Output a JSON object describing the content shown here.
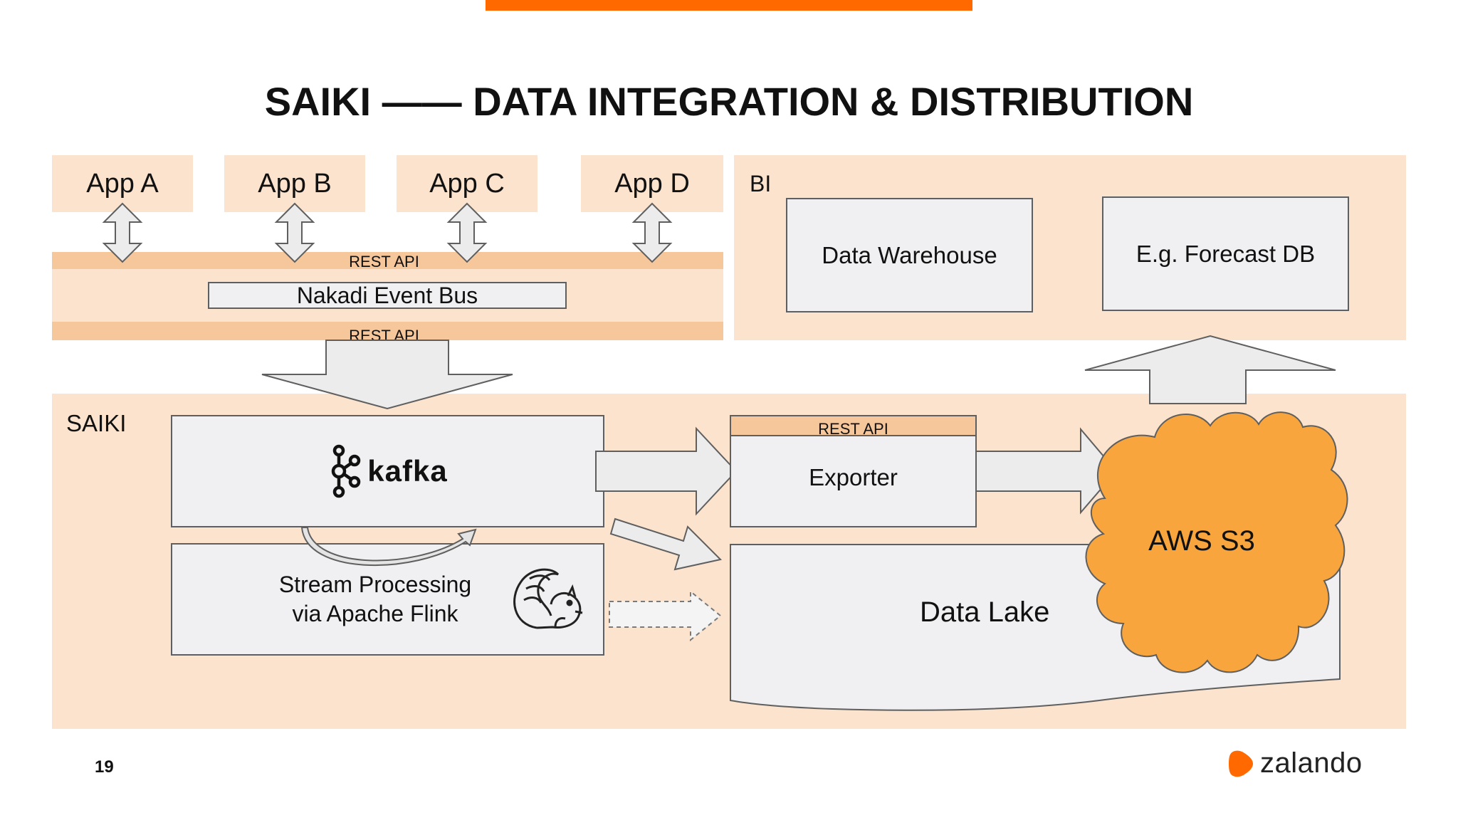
{
  "slide": {
    "title": "SAIKI —— DATA INTEGRATION & DISTRIBUTION",
    "page_number": "19",
    "accent_color": "#ff6900",
    "peach_color": "#fbe3cd",
    "band_color": "#f7c79c",
    "cloud_color": "#f9a53d"
  },
  "apps": [
    "App A",
    "App B",
    "App C",
    "App D"
  ],
  "rest_api_top": "REST API",
  "rest_api_bottom": "REST API",
  "event_bus": "Nakadi Event Bus",
  "bi": {
    "label": "BI",
    "warehouse": "Data Warehouse",
    "forecast": "E.g. Forecast DB"
  },
  "saiki": {
    "label": "SAIKI",
    "kafka": "kafka",
    "stream_line1": "Stream Processing",
    "stream_line2": "via Apache Flink",
    "exporter_api": "REST API",
    "exporter": "Exporter",
    "data_lake": "Data Lake",
    "aws": "AWS S3"
  },
  "brand": {
    "name": "zalando",
    "logo_icon": "zalando-logo-icon"
  },
  "icons": [
    "kafka-logo-icon",
    "flink-squirrel-icon",
    "double-arrow-icon",
    "cloud-icon"
  ]
}
